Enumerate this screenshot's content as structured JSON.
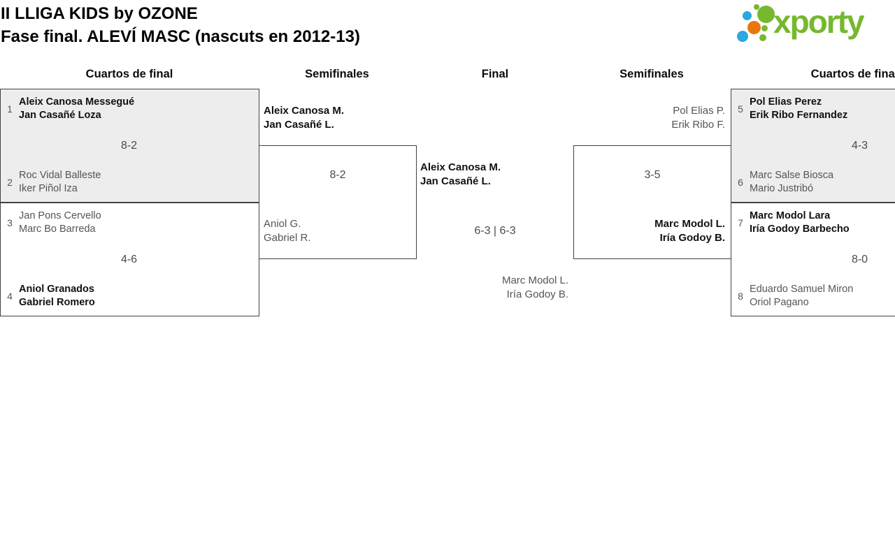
{
  "header": {
    "title_line1": "II LLIGA KIDS by OZONE",
    "title_line2": "Fase final. ALEVÍ MASC (nascuts en 2012-13)",
    "logo_text": "xporty"
  },
  "round_headers": [
    "Cuartos de final",
    "Semifinales",
    "Final",
    "Semifinales",
    "Cuartos de final"
  ],
  "colors": {
    "logo_green": "#76b82e",
    "logo_blue": "#2ba9e0",
    "logo_orange": "#e8770e",
    "box_border": "#424242",
    "box_shaded_fill": "#ededed",
    "winner_text": "#111111",
    "loser_text": "#555555"
  },
  "matches": {
    "qf1": {
      "seed_top": "1",
      "team_top": [
        "Aleix Canosa Messegué",
        "Jan Casañé Loza"
      ],
      "score": "8-2",
      "seed_bottom": "2",
      "team_bottom": [
        "Roc Vidal Balleste",
        "Iker Piñol Iza"
      ],
      "winner": "top"
    },
    "qf2": {
      "seed_top": "3",
      "team_top": [
        "Jan Pons Cervello",
        "Marc Bo Barreda"
      ],
      "score": "4-6",
      "seed_bottom": "4",
      "team_bottom": [
        "Aniol Granados",
        "Gabriel Romero"
      ],
      "winner": "bottom"
    },
    "sf1": {
      "team_top": [
        "Aleix Canosa M.",
        "Jan Casañé L."
      ],
      "score": "8-2",
      "team_bottom": [
        "Aniol G.",
        "Gabriel R."
      ],
      "winner": "top"
    },
    "final": {
      "team_top": [
        "Aleix Canosa M.",
        "Jan Casañé L."
      ],
      "score": "6-3 | 6-3",
      "team_bottom": [
        "Marc Modol L.",
        "Iría Godoy B."
      ],
      "winner": "top"
    },
    "sf2": {
      "team_top": [
        "Pol Elias P.",
        "Erik Ribo F."
      ],
      "score": "3-5",
      "team_bottom": [
        "Marc Modol L.",
        "Iría Godoy B."
      ],
      "winner": "bottom"
    },
    "qf3": {
      "seed_top": "5",
      "team_top": [
        "Pol Elias Perez",
        "Erik Ribo Fernandez"
      ],
      "score": "4-3",
      "seed_bottom": "6",
      "team_bottom": [
        "Marc Salse Biosca",
        "Mario Justribó"
      ],
      "winner": "top"
    },
    "qf4": {
      "seed_top": "7",
      "team_top": [
        "Marc Modol Lara",
        "Iría Godoy Barbecho"
      ],
      "score": "8-0",
      "seed_bottom": "8",
      "team_bottom": [
        "Eduardo Samuel Miron",
        "Oriol Pagano"
      ],
      "winner": "top"
    }
  }
}
